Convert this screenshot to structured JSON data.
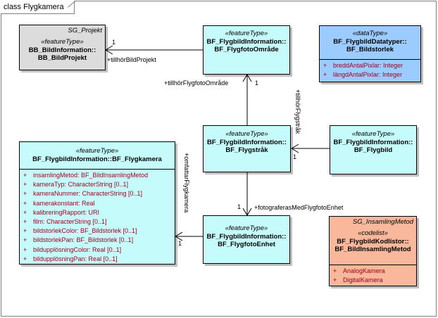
{
  "frame": {
    "title": "class Flygkamera"
  },
  "boxes": {
    "bildprojekt": {
      "ext": "SG_Projekt",
      "stereotype": "«featureType»",
      "name1": "BB_BildInformation::",
      "name2": "BB_BildProjekt"
    },
    "omrade": {
      "stereotype": "«featureType»",
      "name1": "BF_FlygbildInformation::",
      "name2": "BF_FlygfotoOmråde"
    },
    "storlek": {
      "stereotype": "«dataType»",
      "name1": "BF_FlygbildDatatyper::",
      "name2": "BF_Bildstorlek",
      "attrs": [
        {
          "vis": "+",
          "text": "breddAntalPixlar: Integer"
        },
        {
          "vis": "+",
          "text": "längdAntalPixlar: Integer"
        }
      ]
    },
    "strak": {
      "stereotype": "«featureType»",
      "name1": "BF_FlygbildInformation::",
      "name2": "BF_Flygstråk"
    },
    "flygbild": {
      "stereotype": "«featureType»",
      "name1": "BF_FlygbildInformation::",
      "name2": "BF_Flygbild"
    },
    "kamera": {
      "stereotype": "«featureType»",
      "name1": "BF_FlygbildInformation::BF_Flygkamera",
      "attrs": [
        {
          "vis": "+",
          "text": "insamlingMetod: BF_BildInsamlingMetod"
        },
        {
          "vis": "+",
          "text": "kameraTyp: CharacterString [0..1]"
        },
        {
          "vis": "+",
          "text": "kameraNummer: CharacterString [0..1]"
        },
        {
          "vis": "+",
          "text": "kamerakonstant: Real"
        },
        {
          "vis": "+",
          "text": "kalibreringRapport: URI"
        },
        {
          "vis": "+",
          "text": "film: CharacterString [0..1]"
        },
        {
          "vis": "+",
          "text": "bildstorlekColor: BF_Bildstorlek [0..1]"
        },
        {
          "vis": "+",
          "text": "bildstorlekPan: BF_Bildstorlek [0..1]"
        },
        {
          "vis": "+",
          "text": "bildupplösningColor: Real [0..1]"
        },
        {
          "vis": "+",
          "text": "bildupplösningPan: Real [0..1]"
        }
      ]
    },
    "enhet": {
      "stereotype": "«featureType»",
      "name1": "BF_FlygbildInformation::",
      "name2": "BF_FlygfotoEnhet"
    },
    "metod": {
      "ext": "SG_InsamlingMetod",
      "stereotype": "«codelist»",
      "name1": "BF_FlygbildKodlistor::",
      "name2": "BF_BildInsamlingMetod",
      "attrs": [
        {
          "vis": "+",
          "text": "AnalogKamera"
        },
        {
          "vis": "+",
          "text": "DigitalKamera"
        }
      ]
    }
  },
  "associations": {
    "projekt_role": "+tillhörBildProjekt",
    "projekt_mult": "1",
    "omrade_role": "+tillhörFlygfotoOmråde",
    "omrade_mult": "1",
    "strak_role": "+tillhörFlygstråk",
    "strak_mult": "1",
    "kamera_role": "+omfattarFlygkamera",
    "kamera_mult": "1",
    "enhet_role": "+fotograferasMedFlygfotoEnhet",
    "enhet_mult": "1"
  }
}
